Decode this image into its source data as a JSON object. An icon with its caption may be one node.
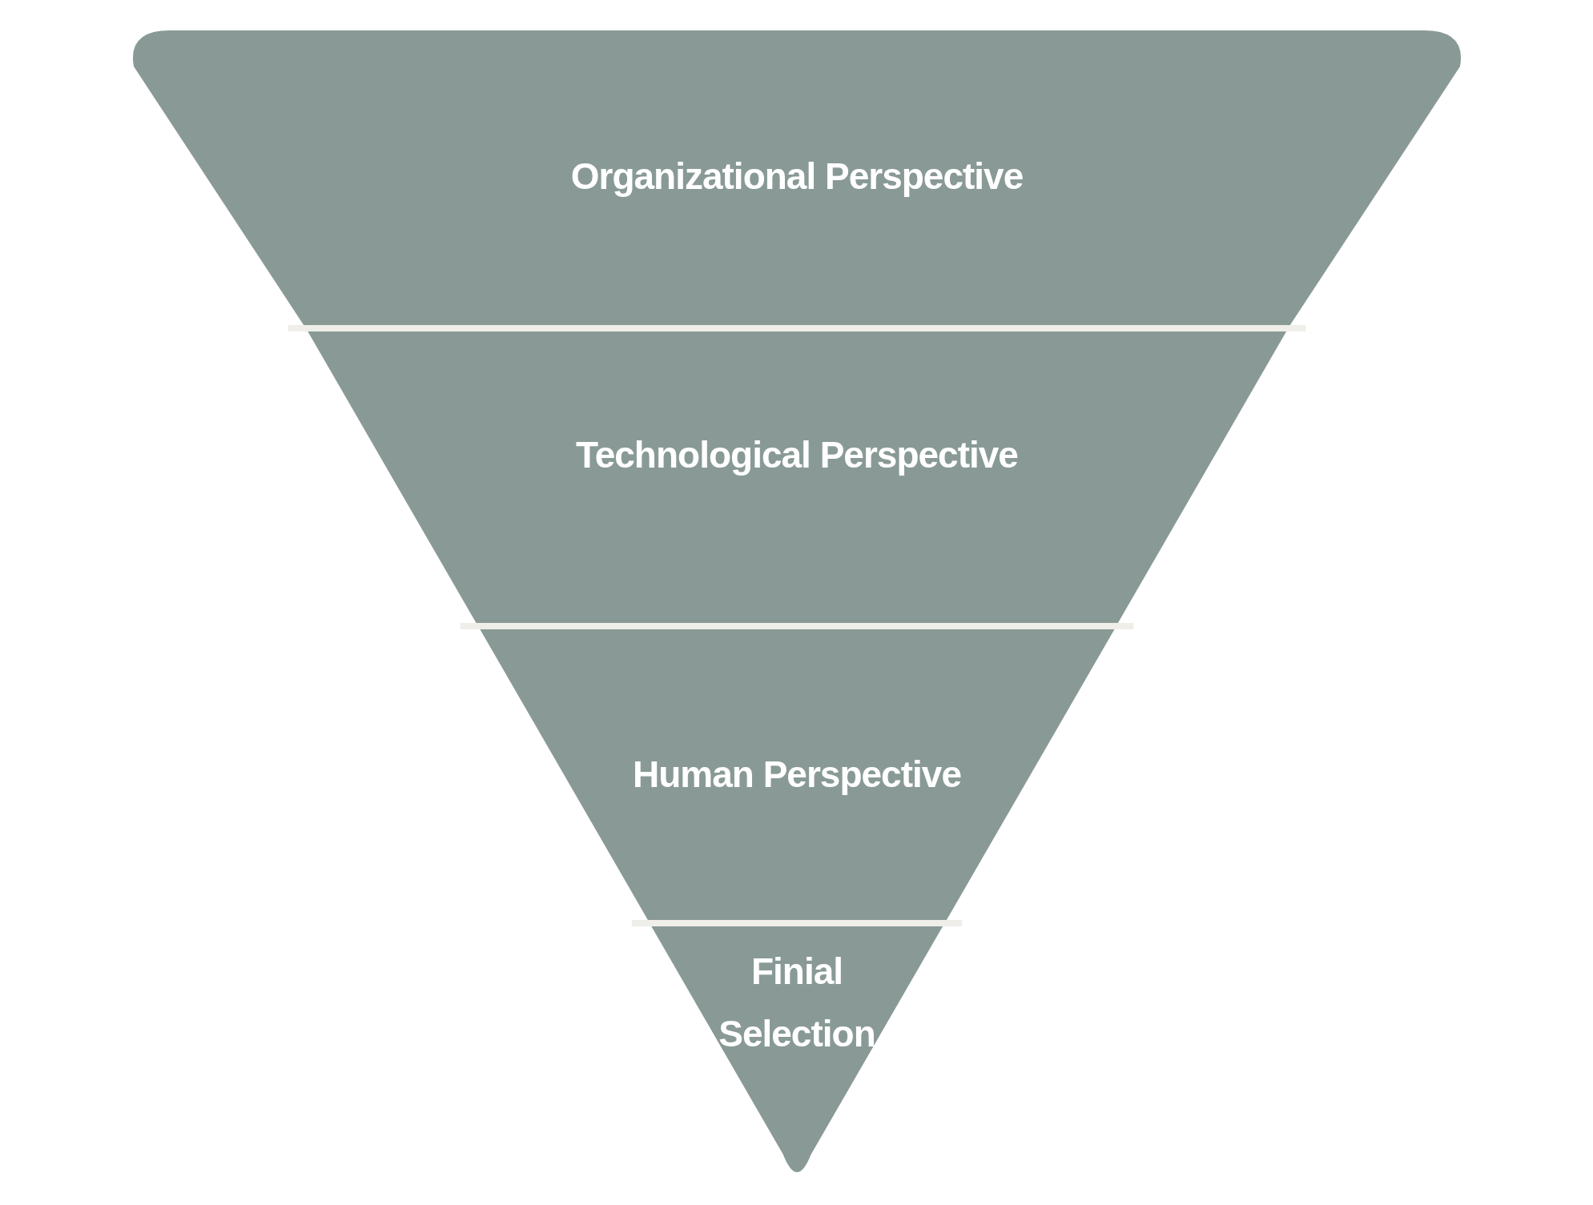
{
  "diagram": {
    "nodes": [
      {
        "text": [
          "Organizational Perspective"
        ]
      },
      {
        "text": [
          "Technological Perspective"
        ]
      },
      {
        "text": [
          "Human Perspective"
        ]
      },
      {
        "text": [
          "Finial Selection"
        ]
      }
    ]
  }
}
